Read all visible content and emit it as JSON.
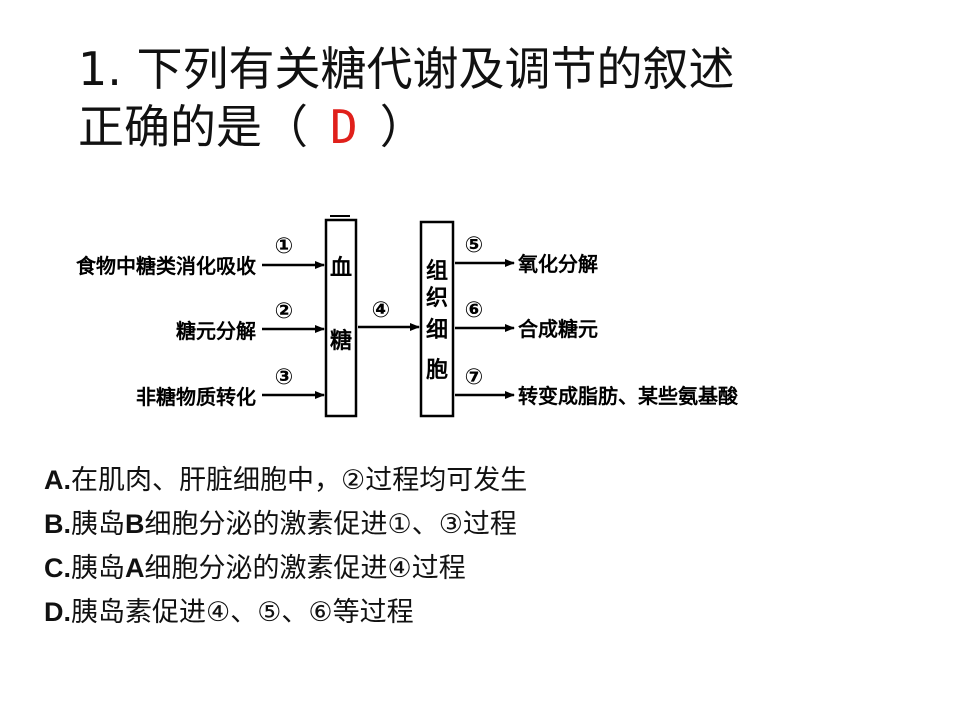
{
  "question": {
    "line1": "1. 下列有关糖代谢及调节的叙述",
    "line2_prefix": "正确的是（",
    "answer": "D",
    "line2_suffix": "）"
  },
  "diagram": {
    "sources": [
      "食物中糖类消化吸收",
      "糖元分解",
      "非糖物质转化"
    ],
    "source_steps": [
      "①",
      "②",
      "③"
    ],
    "blood_box": [
      "血",
      "糖"
    ],
    "middle_step": "④",
    "tissue_box": [
      "组",
      "织",
      "细",
      "胞"
    ],
    "outcome_steps": [
      "⑤",
      "⑥",
      "⑦"
    ],
    "outcomes": [
      "氧化分解",
      "合成糖元",
      "转变成脂肪、某些氨基酸"
    ]
  },
  "options": [
    {
      "letter": "A.",
      "pre": "在肌肉、肝脏细胞中，②过程均可发生",
      "bold": "",
      "post": ""
    },
    {
      "letter": "B.",
      "pre": "胰岛",
      "bold": "B",
      "post": "细胞分泌的激素促进①、③过程"
    },
    {
      "letter": "C.",
      "pre": "胰岛",
      "bold": "A",
      "post": "细胞分泌的激素促进④过程"
    },
    {
      "letter": "D.",
      "pre": "胰岛素促进④、⑤、⑥等过程",
      "bold": "",
      "post": ""
    }
  ]
}
